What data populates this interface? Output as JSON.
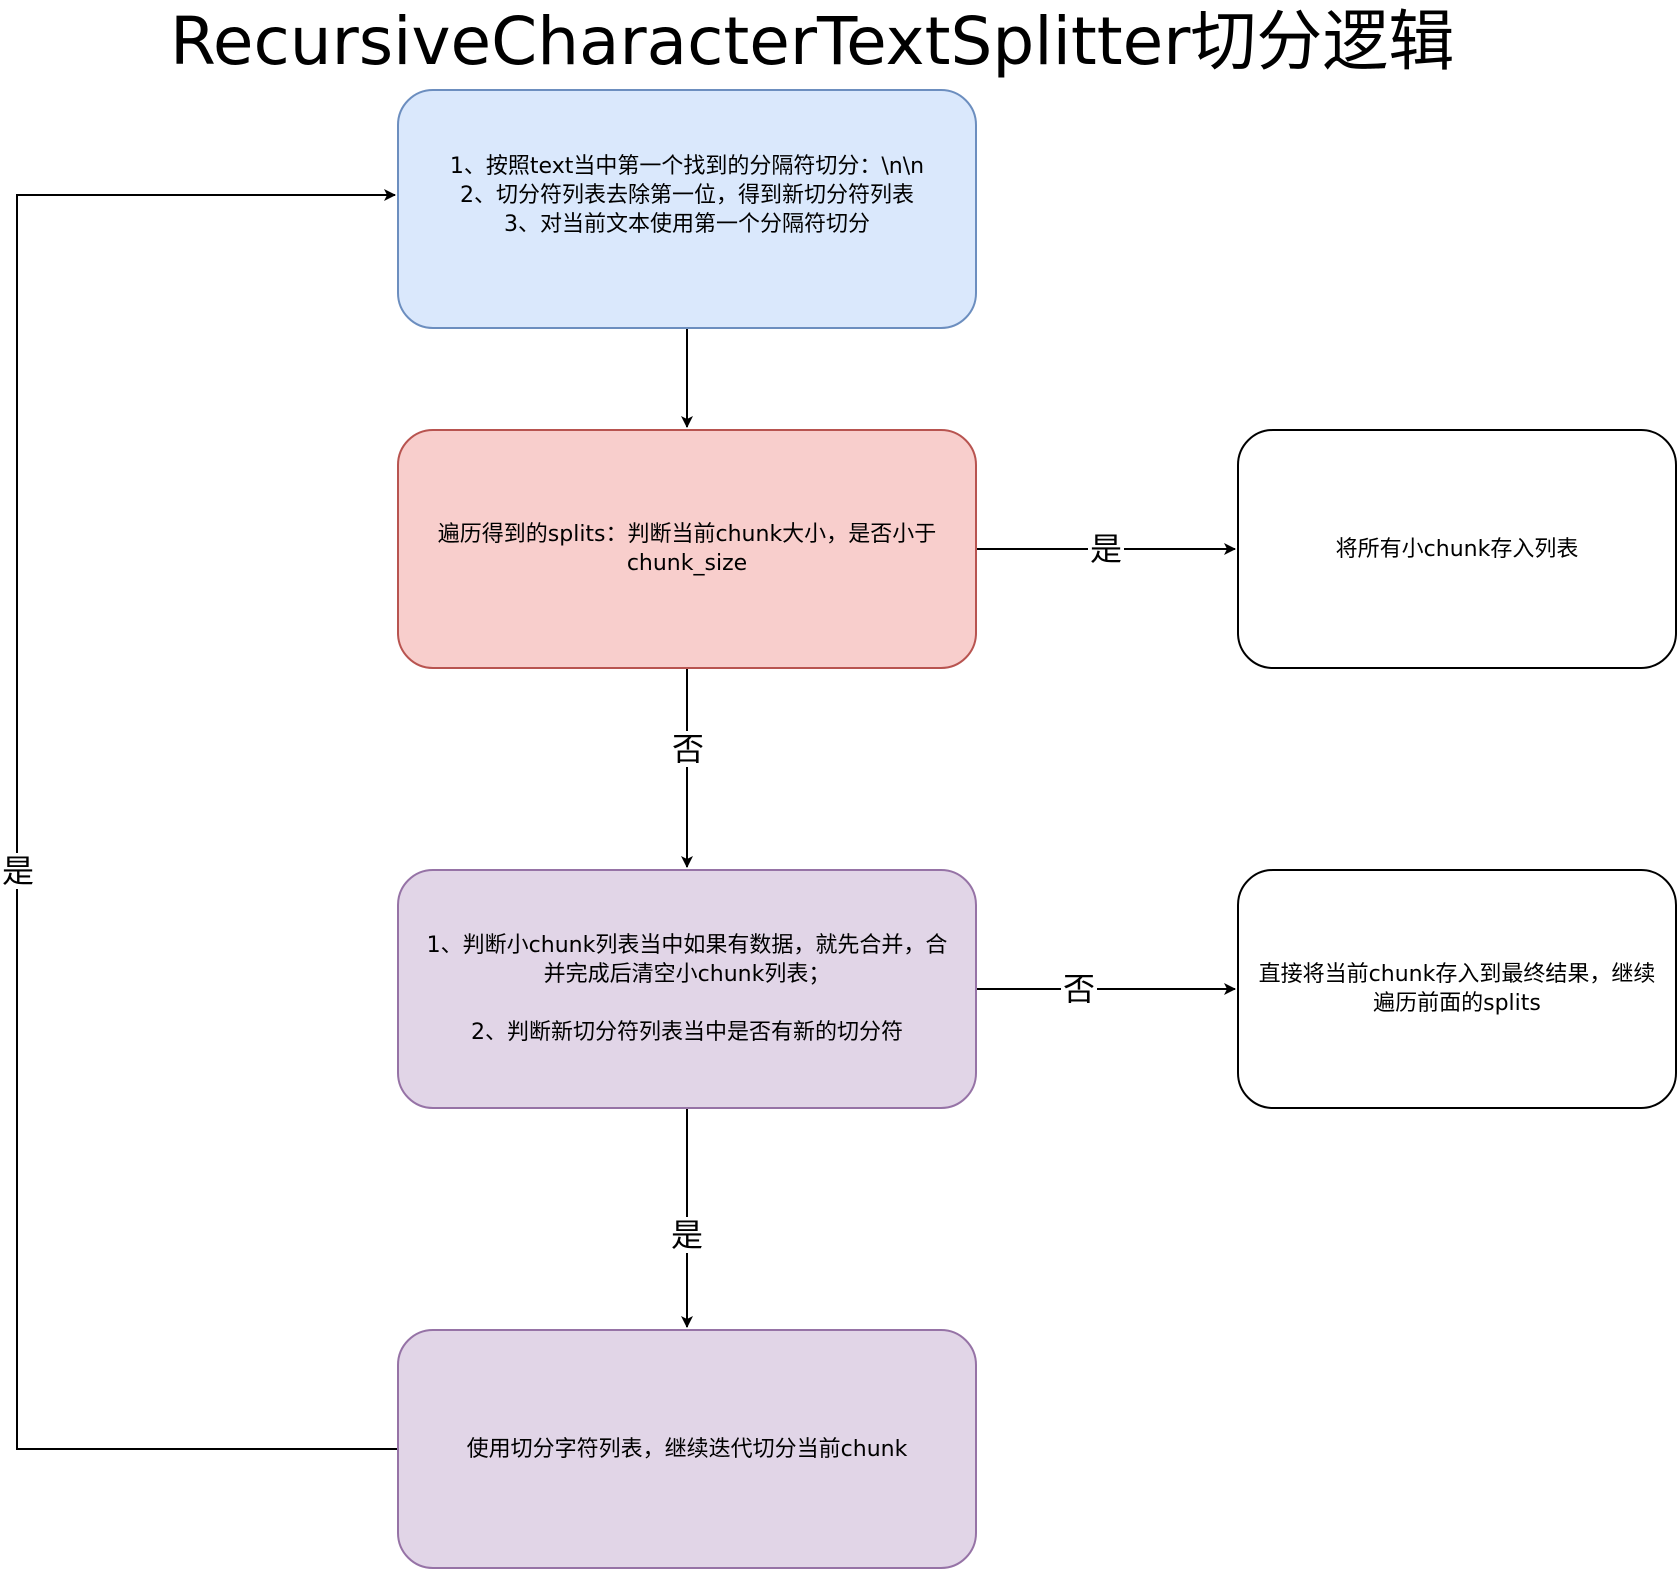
{
  "title": "RecursiveCharacterTextSplitter切分逻辑",
  "nodes": {
    "split": {
      "lines": [
        "1、按照text当中第一个找到的分隔符切分：\\n\\n",
        "2、切分符列表去除第一位，得到新切分符列表",
        "3、对当前文本使用第一个分隔符切分"
      ],
      "fill": "#dae8fc",
      "stroke": "#6c8ebf"
    },
    "check": {
      "lines": [
        "遍历得到的splits：判断当前chunk大小，是否小于",
        "chunk_size"
      ],
      "fill": "#f8cecc",
      "stroke": "#b85450"
    },
    "merge": {
      "lines": [
        "1、判断小chunk列表当中如果有数据，就先合并，合",
        "并完成后清空小chunk列表；",
        "2、判断新切分符列表当中是否有新的切分符"
      ],
      "fill": "#e1d5e7",
      "stroke": "#9673a6"
    },
    "iterate": {
      "lines": [
        "使用切分字符列表，继续迭代切分当前chunk"
      ],
      "fill": "#e1d5e7",
      "stroke": "#9673a6"
    },
    "store_small": {
      "lines": [
        "将所有小chunk存入列表"
      ],
      "fill": "#ffffff",
      "stroke": "#000000"
    },
    "store_final": {
      "lines": [
        "直接将当前chunk存入到最终结果，继续",
        "遍历前面的splits"
      ],
      "fill": "#ffffff",
      "stroke": "#000000"
    }
  },
  "edges": {
    "split_to_check": {
      "label": ""
    },
    "check_to_store_small": {
      "label": "是"
    },
    "check_to_merge": {
      "label": "否"
    },
    "merge_to_store_final": {
      "label": "否"
    },
    "merge_to_iterate": {
      "label": "是"
    },
    "iterate_to_split": {
      "label": "是"
    }
  }
}
